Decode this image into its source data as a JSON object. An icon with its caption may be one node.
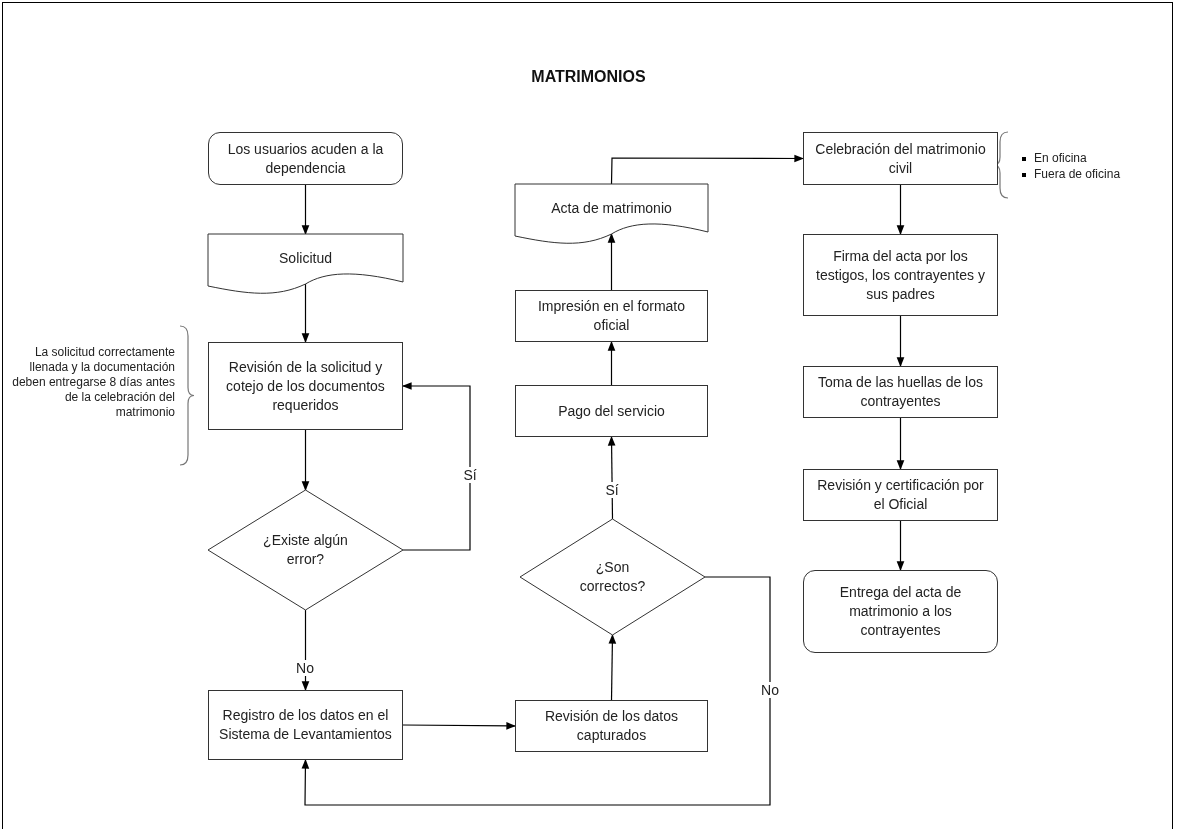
{
  "diagram": {
    "title": "MATRIMONIOS",
    "nodes": [
      {
        "text": [
          "Los usuarios acuden a la dependencia"
        ]
      },
      {
        "text": [
          "Solicitud"
        ]
      },
      {
        "text": [
          "Revisión de la solicitud y cotejo de los documentos requeridos"
        ],
        "beside": [
          "La solicitud correctamente llenada y la documentación deben entregarse 8 días antes de la celebración del matrimonio"
        ]
      },
      {
        "text": [
          "¿Existe algún error?"
        ]
      },
      {
        "text": [
          "Registro de los datos en el Sistema de Levantamientos"
        ]
      },
      {
        "text": [
          "Revisión de los datos capturados"
        ]
      },
      {
        "text": [
          "¿Son correctos?"
        ]
      },
      {
        "text": [
          "Pago del servicio"
        ]
      },
      {
        "text": [
          "Impresión en el formato oficial"
        ]
      },
      {
        "text": [
          "Acta de matrimonio"
        ]
      },
      {
        "text": [
          "Celebración del matrimonio civil"
        ],
        "beside": [
          "En oficina",
          "Fuera de oficina"
        ]
      },
      {
        "text": [
          "Firma del acta por los testigos, los contrayentes y sus padres"
        ]
      },
      {
        "text": [
          "Toma de las huellas de los contrayentes"
        ]
      },
      {
        "text": [
          "Revisión y certificación por el Oficial"
        ]
      },
      {
        "text": [
          "Entrega del acta de matrimonio a los contrayentes"
        ]
      }
    ],
    "edges": [
      {
        "from": 0,
        "to": 1,
        "arrow": "to"
      },
      {
        "from": 1,
        "to": 2,
        "arrow": "to"
      },
      {
        "from": 2,
        "to": 3,
        "arrow": "to"
      },
      {
        "from": 3,
        "to": 2,
        "arrow": "to",
        "label": "Sí"
      },
      {
        "from": 3,
        "to": 4,
        "arrow": "to",
        "label": "No"
      },
      {
        "from": 4,
        "to": 5,
        "arrow": "to"
      },
      {
        "from": 5,
        "to": 6,
        "arrow": "to"
      },
      {
        "from": 6,
        "to": 7,
        "arrow": "to",
        "label": "Sí"
      },
      {
        "from": 6,
        "to": 4,
        "arrow": "to",
        "label": "No"
      },
      {
        "from": 7,
        "to": 8,
        "arrow": "to"
      },
      {
        "from": 8,
        "to": 9,
        "arrow": "to"
      },
      {
        "from": 9,
        "to": 10,
        "arrow": "to"
      },
      {
        "from": 10,
        "to": 11,
        "arrow": "to"
      },
      {
        "from": 11,
        "to": 12,
        "arrow": "to"
      },
      {
        "from": 12,
        "to": 13,
        "arrow": "to"
      },
      {
        "from": 13,
        "to": 14,
        "arrow": "to"
      }
    ]
  }
}
